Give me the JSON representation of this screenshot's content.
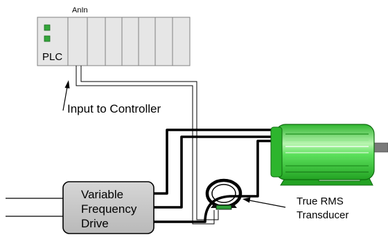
{
  "labels": {
    "plc": "PLC",
    "anin": "AnIn",
    "input_to_controller": "Input to Controller",
    "vfd_line1": "Variable",
    "vfd_line2": "Frequency",
    "vfd_line3": "Drive",
    "transducer_line1": "True RMS",
    "transducer_line2": "Transducer"
  },
  "colors": {
    "plc_fill": "#e6e6e6",
    "led_green": "#33a63a",
    "vfd_fill": "#c8c8c8",
    "motor_green": "#3ed13e",
    "motor_highlight": "#b8f5b0",
    "wire": "#000000",
    "shaft": "#7a7a7a"
  }
}
